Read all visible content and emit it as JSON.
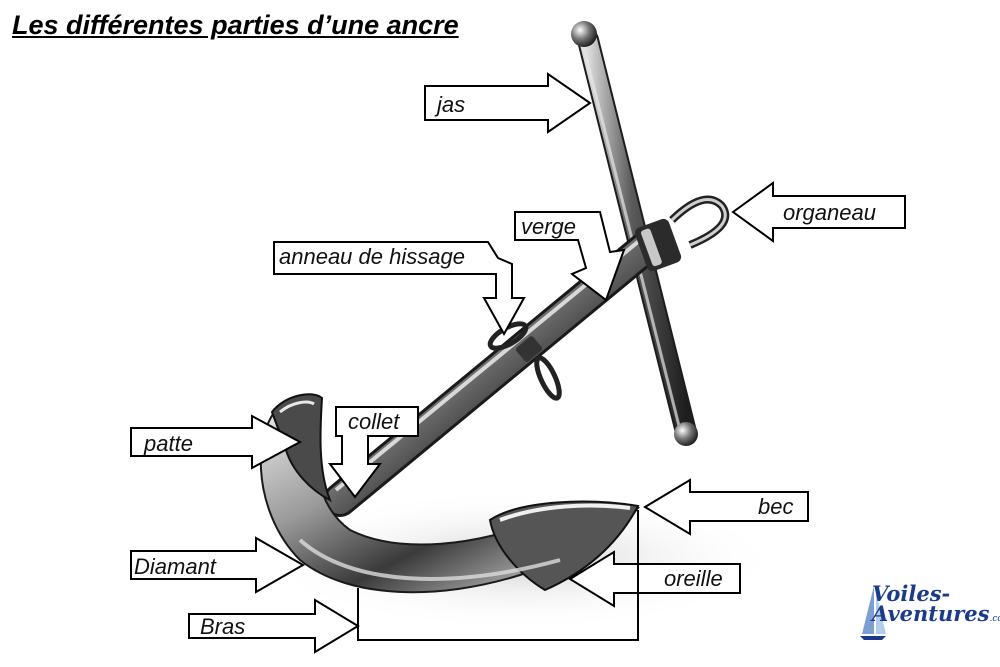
{
  "title": "Les différentes parties d’une ancre",
  "labels": {
    "jas": "jas",
    "organeau": "organeau",
    "verge": "verge",
    "anneau": "anneau de hissage",
    "collet": "collet",
    "patte": "patte",
    "bec": "bec",
    "diamant": "Diamant",
    "oreille": "oreille",
    "bras": "Bras"
  },
  "logo": {
    "name_line1": "Voiles-",
    "name_line2": "Aventures",
    "suffix": ".com"
  },
  "colors": {
    "arrow_stroke": "#000000",
    "arrow_fill": "#ffffff",
    "steel_light": "#e8e8e8",
    "steel_dark": "#2a2a2a",
    "logo_blue": "#1b3a8a"
  }
}
